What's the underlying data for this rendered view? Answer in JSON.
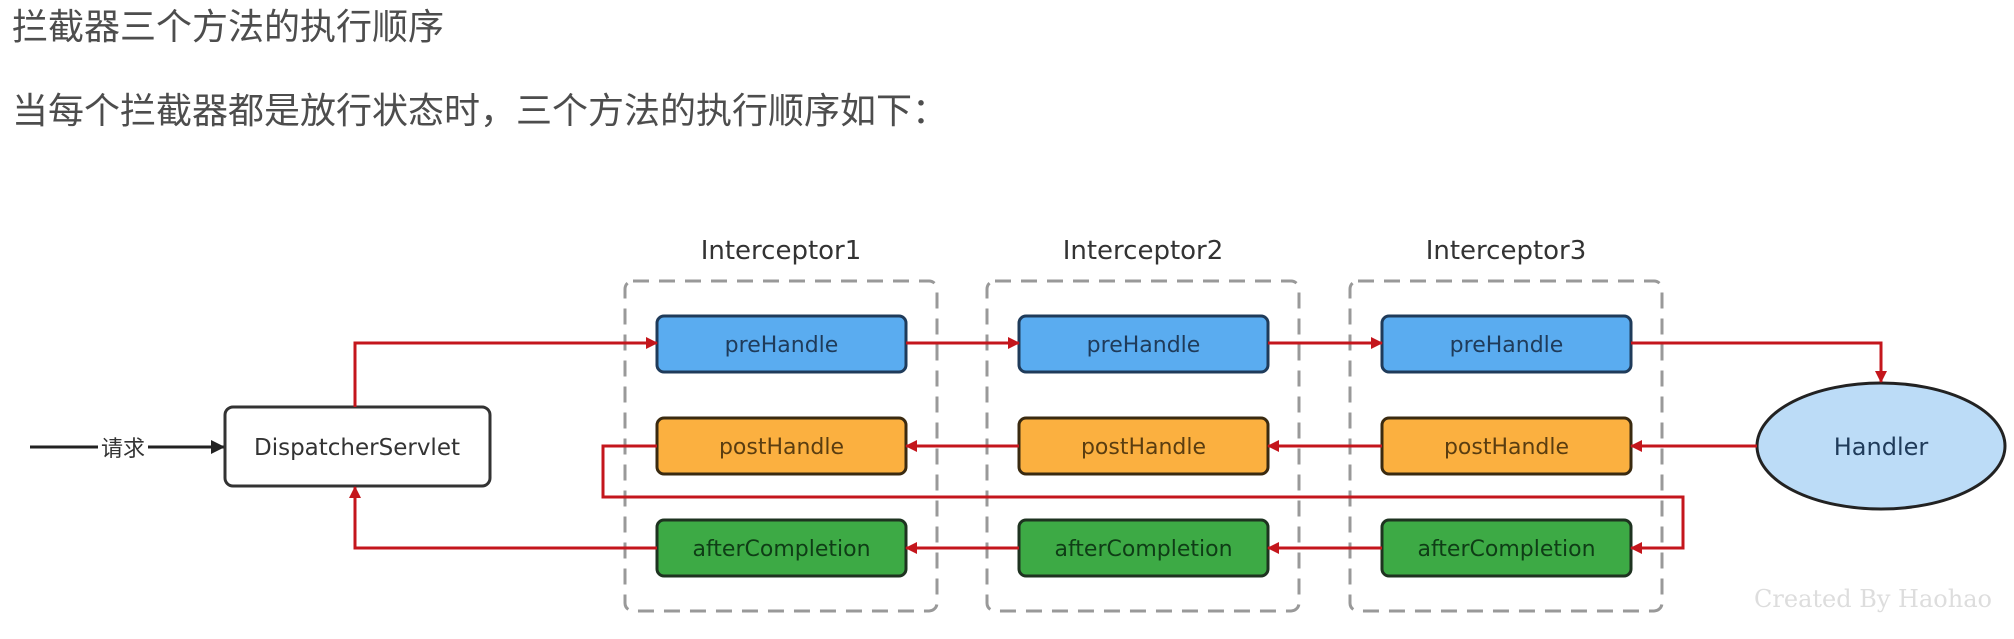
{
  "heading": "拦截器三个方法的执行顺序",
  "description": "当每个拦截器都是放行状态时，三个方法的执行顺序如下：",
  "diagram": {
    "request_label": "请求",
    "dispatcher": "DispatcherServlet",
    "handler": "Handler",
    "watermark": "Created By Haohao",
    "interceptors": [
      {
        "name": "Interceptor1",
        "pre": "preHandle",
        "post": "postHandle",
        "after": "afterCompletion"
      },
      {
        "name": "Interceptor2",
        "pre": "preHandle",
        "post": "postHandle",
        "after": "afterCompletion"
      },
      {
        "name": "Interceptor3",
        "pre": "preHandle",
        "post": "postHandle",
        "after": "afterCompletion"
      }
    ],
    "colors": {
      "pre": "#5aacf0",
      "post": "#fbb040",
      "after": "#3daa45",
      "handler": "#bcdcf7",
      "arrow": "#c4161c",
      "dashed": "#999999"
    }
  }
}
